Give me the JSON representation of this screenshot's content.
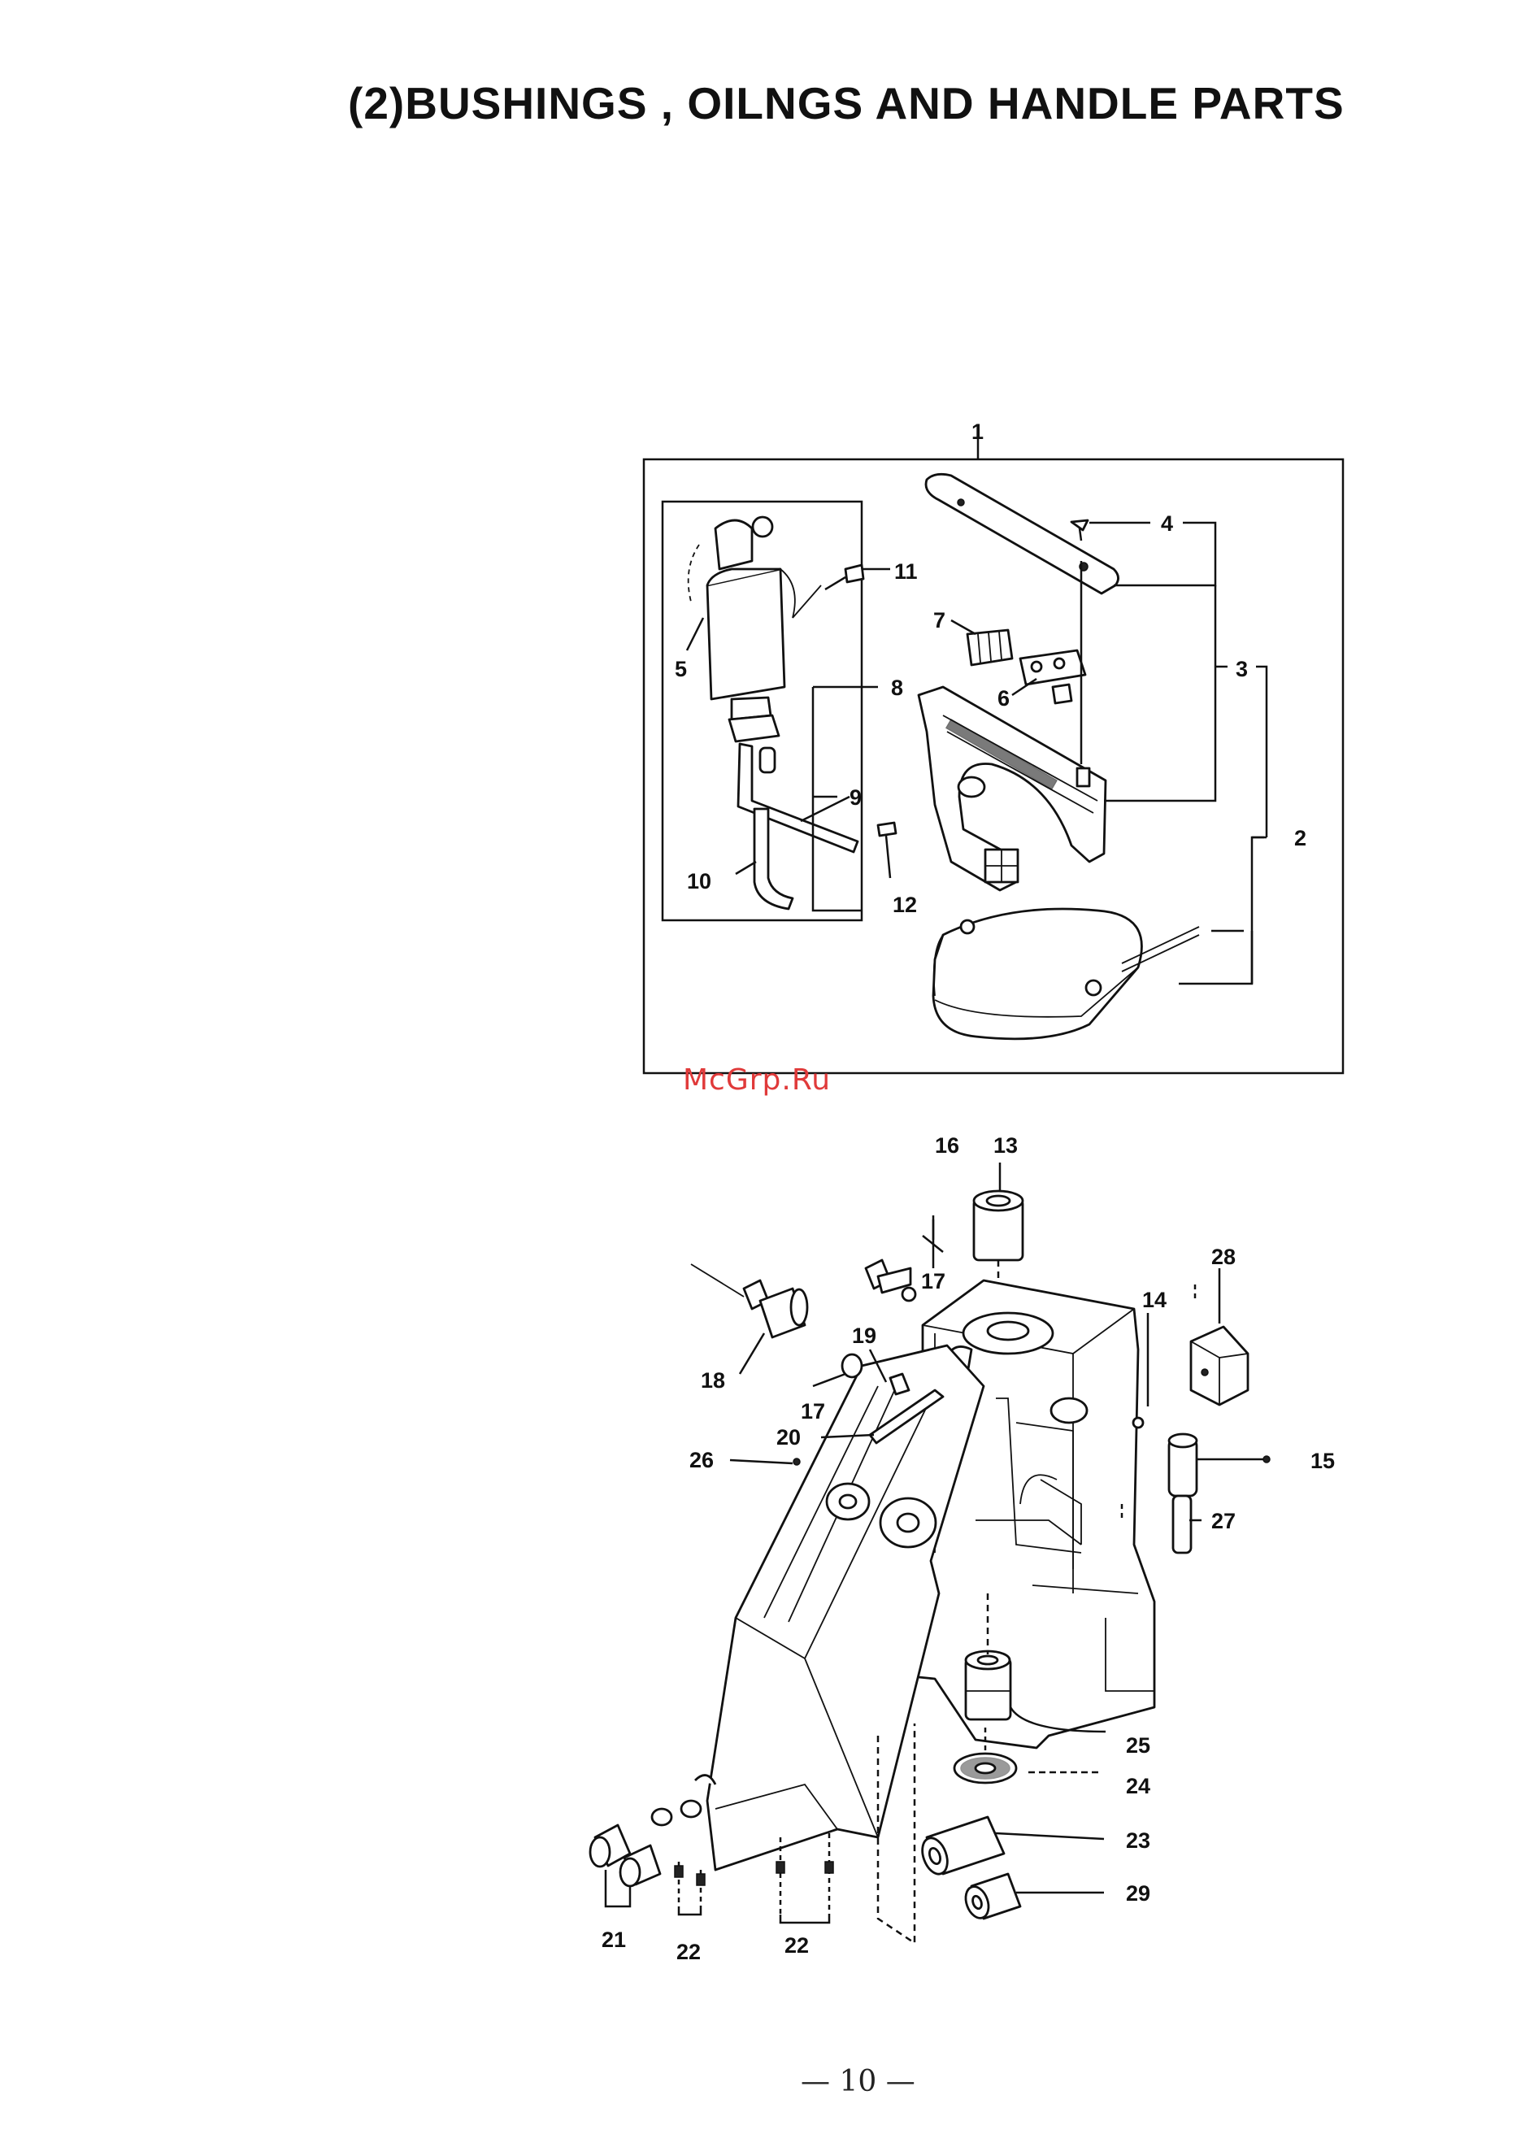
{
  "page_title": "(2)BUSHINGS , OILNGS AND HANDLE PARTS",
  "watermark": "McGrp.Ru",
  "page_number": "— 10 —",
  "callouts": [
    "1",
    "2",
    "3",
    "4",
    "5",
    "6",
    "7",
    "8",
    "9",
    "10",
    "11",
    "12",
    "13",
    "14",
    "15",
    "16",
    "17",
    "17",
    "18",
    "19",
    "20",
    "21",
    "22",
    "22",
    "23",
    "24",
    "25",
    "26",
    "27",
    "28",
    "29"
  ]
}
